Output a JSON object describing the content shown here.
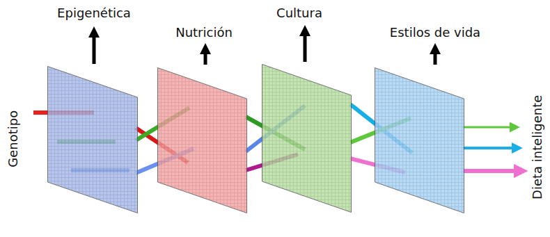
{
  "diagram": {
    "nodes": [
      {
        "text": [
          "Epigenética"
        ]
      },
      {
        "text": [
          "Nutrición"
        ]
      },
      {
        "text": [
          "Cultura"
        ]
      },
      {
        "text": [
          "Estilos de vida"
        ]
      }
    ],
    "labels": [
      "Genotipo",
      "Dieta inteligente"
    ]
  }
}
